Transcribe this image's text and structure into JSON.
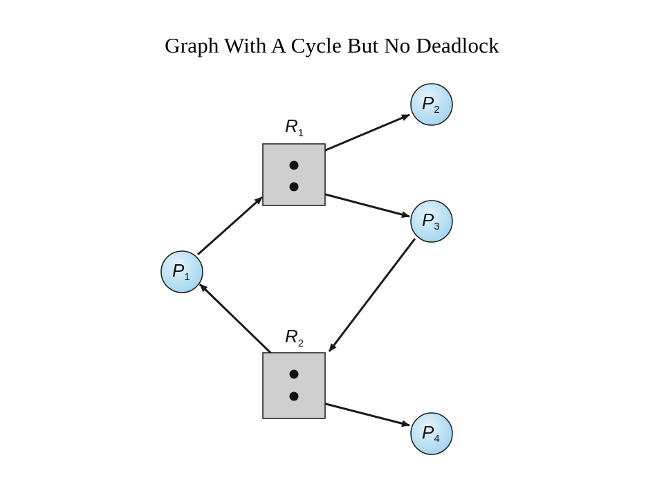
{
  "title": "Graph With A Cycle But No Deadlock",
  "processes": [
    {
      "id": "P1",
      "letter": "P",
      "sub": "1"
    },
    {
      "id": "P2",
      "letter": "P",
      "sub": "2"
    },
    {
      "id": "P3",
      "letter": "P",
      "sub": "3"
    },
    {
      "id": "P4",
      "letter": "P",
      "sub": "4"
    }
  ],
  "resources": [
    {
      "id": "R1",
      "letter": "R",
      "sub": "1",
      "instances": 2
    },
    {
      "id": "R2",
      "letter": "R",
      "sub": "2",
      "instances": 2
    }
  ],
  "edges": [
    {
      "from": "P1",
      "to": "R1",
      "type": "request"
    },
    {
      "from": "R1",
      "to": "P2",
      "type": "assignment"
    },
    {
      "from": "R1",
      "to": "P3",
      "type": "assignment"
    },
    {
      "from": "P3",
      "to": "R2",
      "type": "request"
    },
    {
      "from": "R2",
      "to": "P1",
      "type": "assignment"
    },
    {
      "from": "R2",
      "to": "P4",
      "type": "assignment"
    }
  ],
  "colors": {
    "process_fill_light": "#e6f4fc",
    "process_fill_dark": "#9fd4ef",
    "resource_fill": "#cfcfcf",
    "stroke": "#1a1a1a"
  }
}
